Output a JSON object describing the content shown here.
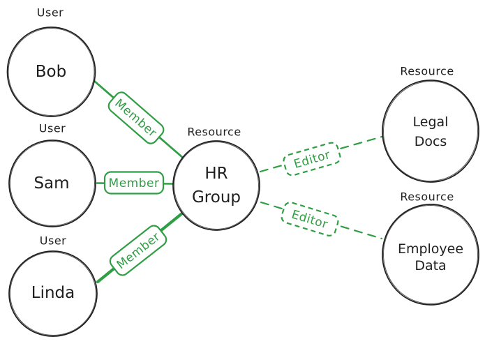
{
  "diagram": {
    "background": "#ffffff",
    "palette": {
      "ink": "#1e1e1e",
      "relation_green": "#2f9e44",
      "label_fill": "#ffffff"
    },
    "nodes": {
      "bob": {
        "type": "User",
        "label": "Bob"
      },
      "sam": {
        "type": "User",
        "label": "Sam"
      },
      "linda": {
        "type": "User",
        "label": "Linda"
      },
      "hr_group": {
        "type": "Resource",
        "label_line1": "HR",
        "label_line2": "Group"
      },
      "legal_docs": {
        "type": "Resource",
        "label_line1": "Legal",
        "label_line2": "Docs"
      },
      "employee_data": {
        "type": "Resource",
        "label_line1": "Employee",
        "label_line2": "Data"
      }
    },
    "edges": {
      "bob_member": {
        "label": "Member",
        "style": "solid",
        "from": "Bob",
        "to": "HR Group"
      },
      "sam_member": {
        "label": "Member",
        "style": "solid",
        "from": "Sam",
        "to": "HR Group"
      },
      "linda_member": {
        "label": "Member",
        "style": "solid",
        "from": "Linda",
        "to": "HR Group"
      },
      "hr_editor_legal": {
        "label": "Editor",
        "style": "dashed",
        "from": "HR Group",
        "to": "Legal Docs"
      },
      "hr_editor_employee": {
        "label": "Editor",
        "style": "dashed",
        "from": "HR Group",
        "to": "Employee Data"
      }
    }
  }
}
